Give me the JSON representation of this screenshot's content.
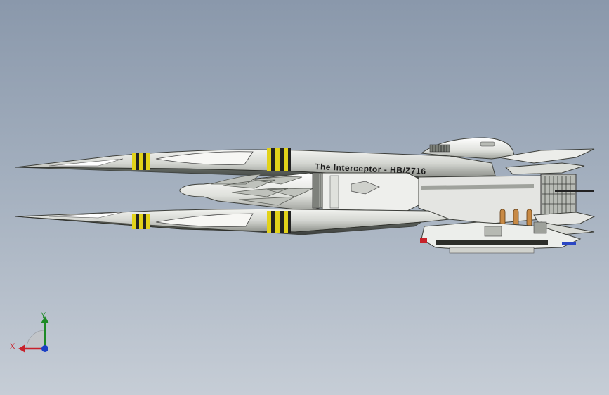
{
  "model": {
    "hull_label": "The Interceptor - HB/Z716"
  },
  "triad": {
    "x_label": "X",
    "y_label": "Y"
  },
  "colors": {
    "background_top": "#8a98ab",
    "background_bottom": "#c6cdd6",
    "hull_gray": "#d9dbd6",
    "stripe_yellow": "#e2d21a",
    "axis_x": "#c8202a",
    "axis_y": "#1d8a25",
    "axis_z": "#1b3fc4"
  }
}
